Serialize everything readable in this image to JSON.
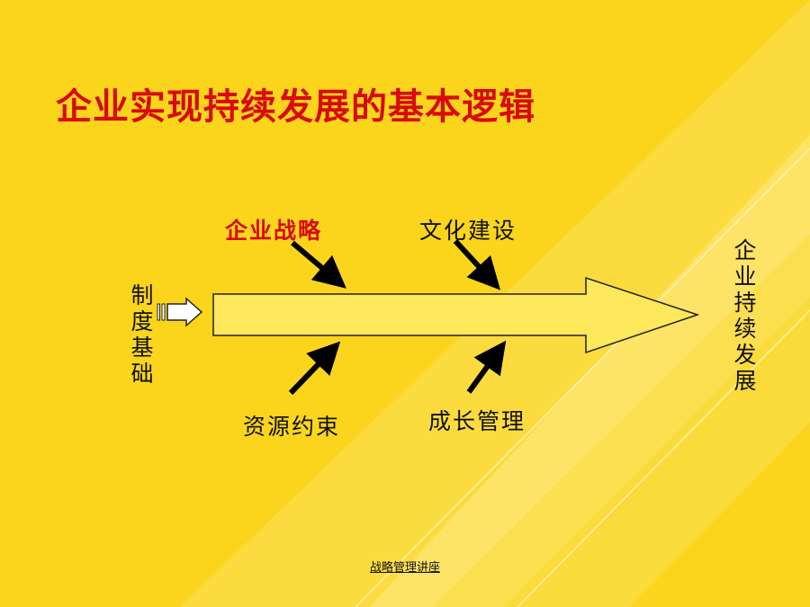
{
  "slide": {
    "title": "企业实现持续发展的基本逻辑",
    "footer_link": "战略管理讲座"
  },
  "diagram": {
    "left_label": "制度基础",
    "right_label": "企业持续发展",
    "top_labels": [
      "企业战略",
      "文化建设"
    ],
    "bottom_labels": [
      "资源约束",
      "成长管理"
    ],
    "highlight_label": "企业战略"
  },
  "colors": {
    "background": "#fbd51c",
    "title": "#d90a0a",
    "highlight": "#d90a0a",
    "text": "#111111"
  }
}
